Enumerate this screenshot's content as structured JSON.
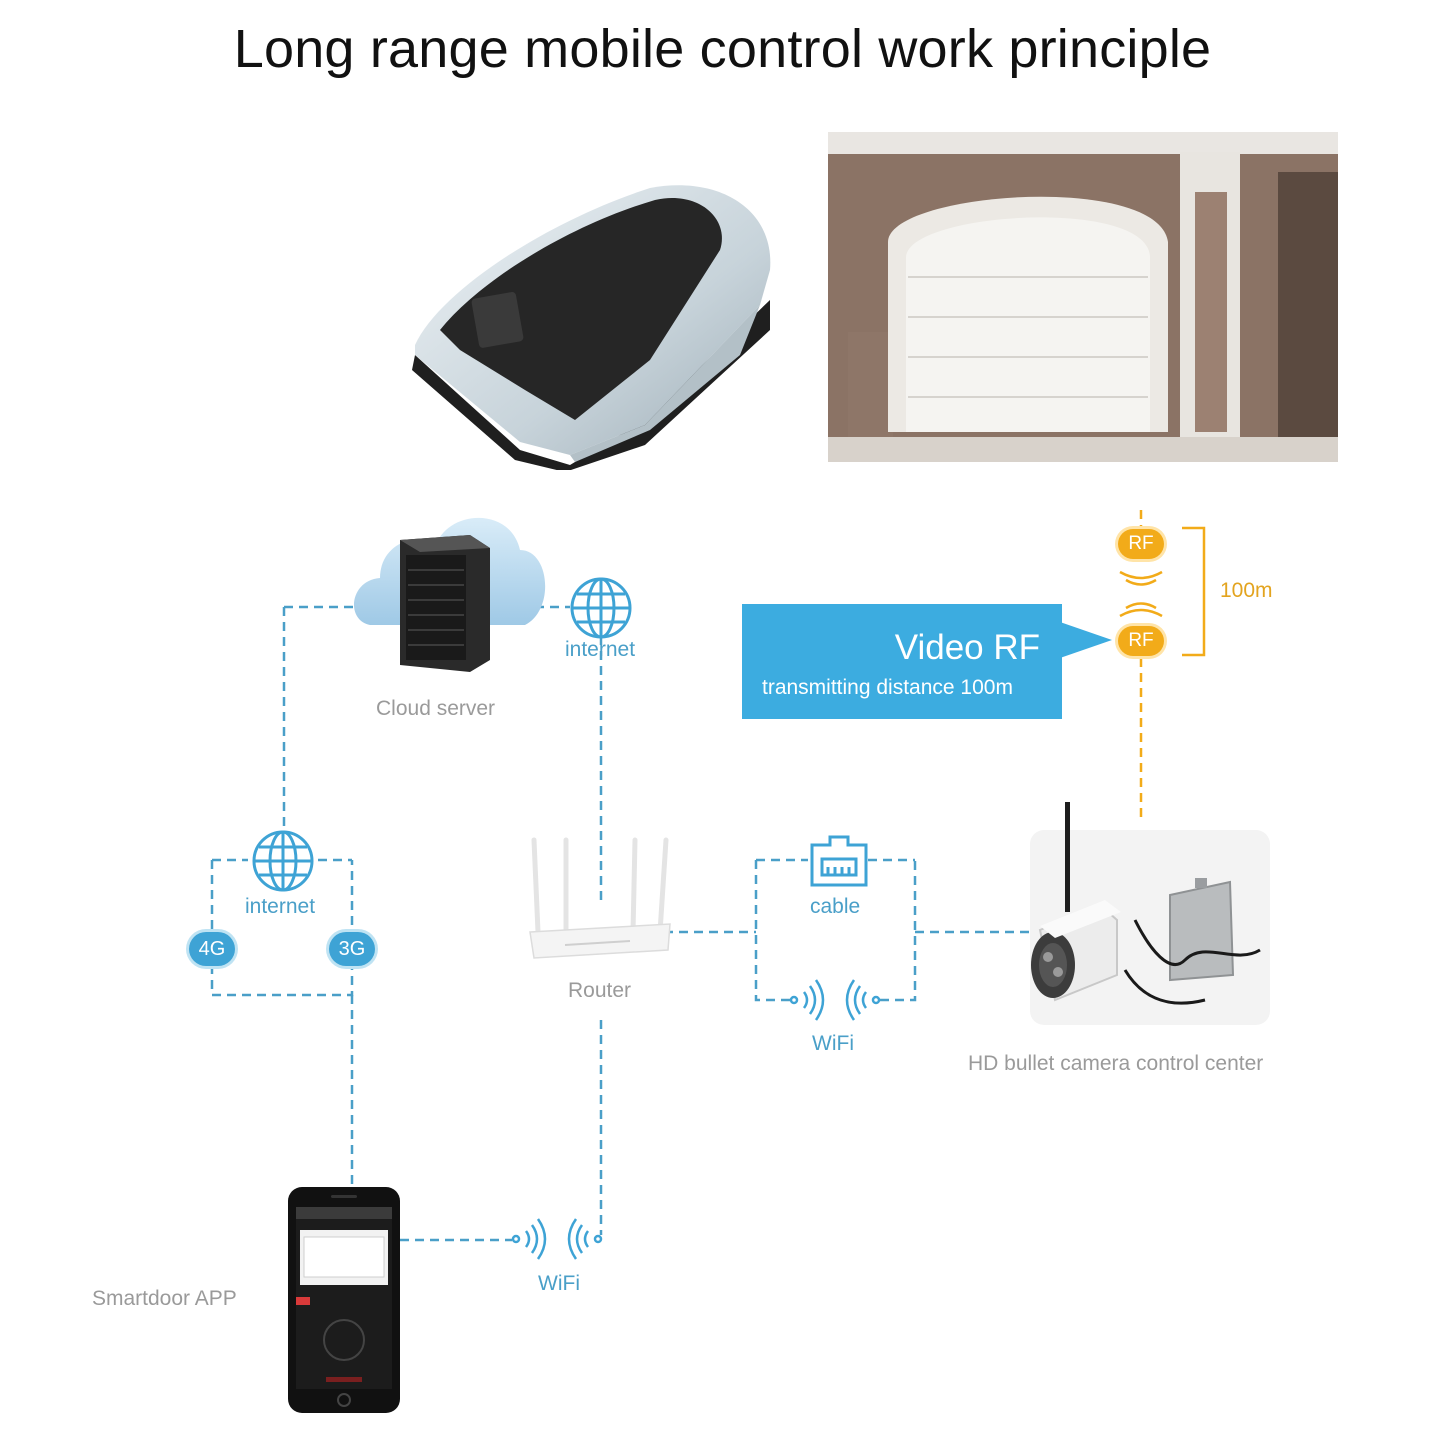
{
  "title": "Long range mobile control work principle",
  "nodes": {
    "cloud_server": "Cloud server",
    "internet_top": "internet",
    "internet_left": "internet",
    "router": "Router",
    "cable": "cable",
    "wifi_mid": "WiFi",
    "wifi_bottom": "WiFi",
    "camera": "HD bullet camera control center",
    "app": "Smartdoor APP"
  },
  "badges": {
    "g4": "4G",
    "g3": "3G",
    "rf_top": "RF",
    "rf_bottom": "RF"
  },
  "rf_distance": "100m",
  "callout": {
    "title": "Video RF",
    "subtitle": "transmitting distance 100m"
  },
  "colors": {
    "link": "#4a9fc8",
    "rf": "#f2ab19",
    "callout": "#3cace0",
    "label": "#9a9a9a"
  },
  "icons": [
    "garage-opener-image",
    "garage-door-photo",
    "cloud-server-icon",
    "globe-icon",
    "router-icon",
    "ethernet-port-icon",
    "wifi-signal-icon",
    "bullet-camera-image",
    "smartphone-image"
  ]
}
